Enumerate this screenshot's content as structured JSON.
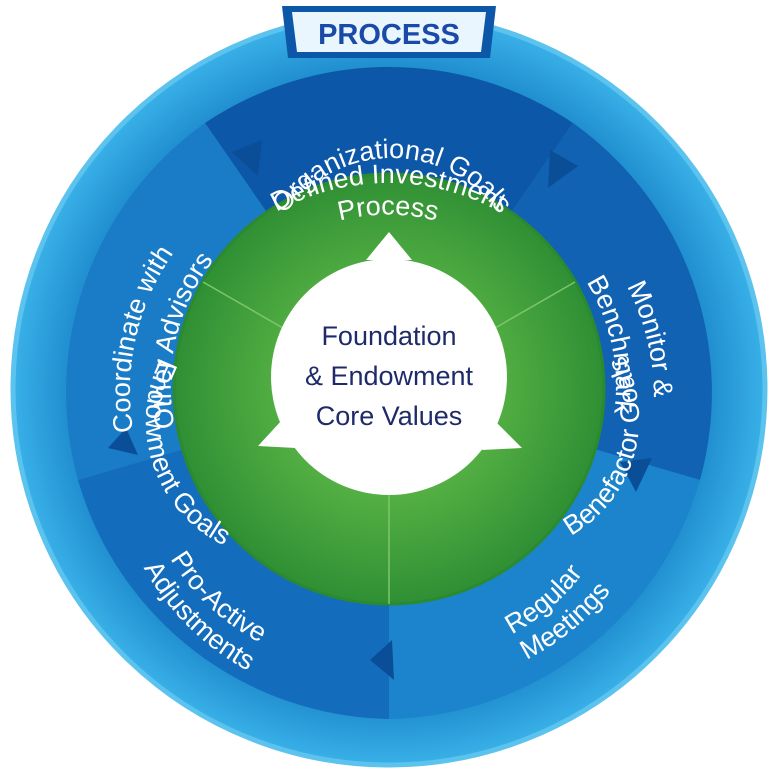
{
  "tab": {
    "label": "PROCESS"
  },
  "center": {
    "lines": [
      "Foundation",
      "& Endowment",
      "Core Values"
    ]
  },
  "inner_ring": {
    "top": "Organizational Goals",
    "right": "Benefactor Goals",
    "left": "Endowment Goals"
  },
  "outer_ring": {
    "top": [
      "Defined Investment",
      "Process"
    ],
    "right": [
      "Monitor &",
      "Benchmark"
    ],
    "bottom_right": [
      "Regular",
      "Meetings"
    ],
    "bottom_left": [
      "Pro-Active",
      "Adjustments"
    ],
    "left": [
      "Coordinate with",
      "Other Advisors"
    ]
  },
  "colors": {
    "outer_rim": "#2ea3df",
    "outer_rim_dark": "#1a86c9",
    "segment_dark": "#0d57a8",
    "segment_mid": "#136cbc",
    "segment_light": "#1b84cc",
    "green_ring": "#3a9e3c",
    "green_light": "#5bb646",
    "center": "#ffffff",
    "tab_fill": "#eaf6fd",
    "tab_text": "#1a4aa8"
  }
}
